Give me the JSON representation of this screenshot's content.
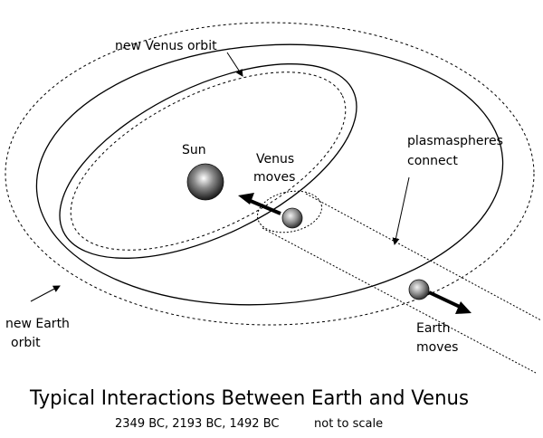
{
  "labels": {
    "new_venus_orbit": "new Venus orbit",
    "sun": "Sun",
    "venus_moves_1": "Venus",
    "venus_moves_2": "moves",
    "plasmaspheres_1": "plasmaspheres",
    "plasmaspheres_2": "connect",
    "new_earth_orbit_1": "new Earth",
    "new_earth_orbit_2": "orbit",
    "earth_moves_1": "Earth",
    "earth_moves_2": "moves"
  },
  "title": "Typical Interactions Between Earth and Venus",
  "subtitle_dates": "2349 BC, 2193 BC, 1492 BC",
  "subtitle_note": "not to scale",
  "colors": {
    "ink": "#000000",
    "sun_light": "#e6e6e6",
    "sun_dark": "#3a3a3a"
  }
}
